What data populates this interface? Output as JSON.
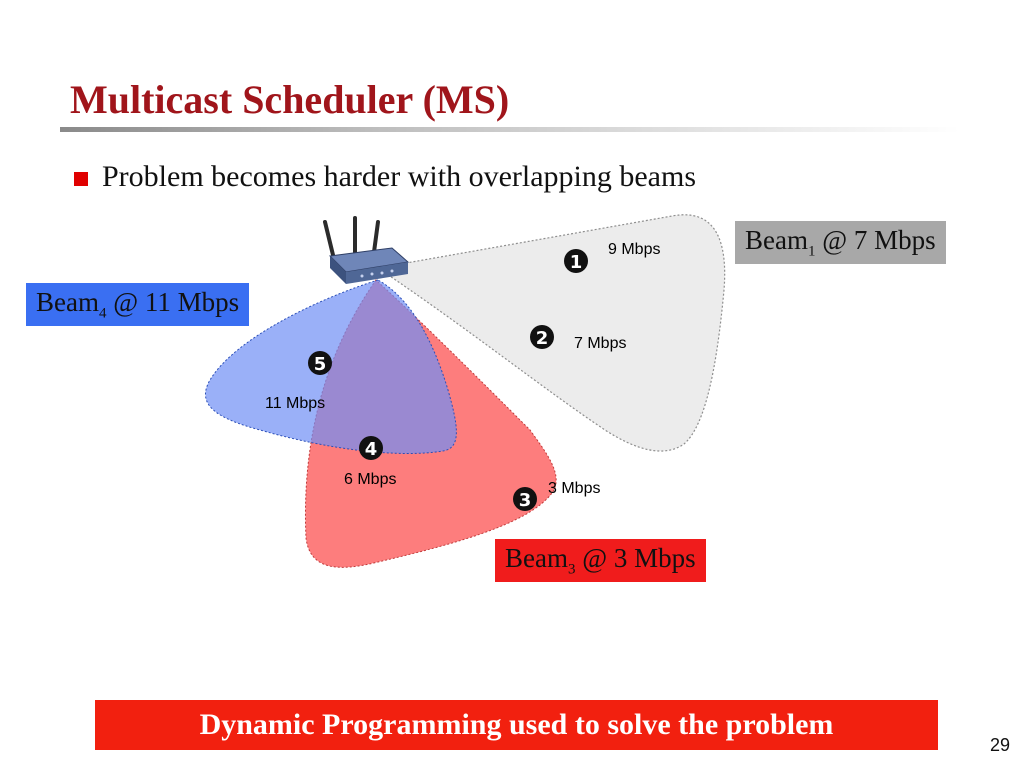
{
  "slide": {
    "title": "Multicast Scheduler (MS)",
    "bullet": "Problem becomes harder with overlapping beams",
    "footer": "Dynamic Programming used to solve the problem",
    "page_number": "29"
  },
  "beams": [
    {
      "id": "beam1",
      "prefix": "Beam",
      "sub": "1",
      "suffix": " @ 7 Mbps",
      "color": "#a8a8a8"
    },
    {
      "id": "beam4",
      "prefix": "Beam",
      "sub": "4",
      "suffix": " @ 11 Mbps",
      "color": "#3a6ff2"
    },
    {
      "id": "beam3",
      "prefix": "Beam",
      "sub": "3",
      "suffix": " @ 3 Mbps",
      "color": "#f01c1c"
    }
  ],
  "clients": [
    {
      "num": "1",
      "rate": "9 Mbps"
    },
    {
      "num": "2",
      "rate": "7 Mbps"
    },
    {
      "num": "3",
      "rate": "3 Mbps"
    },
    {
      "num": "4",
      "rate": "6 Mbps"
    },
    {
      "num": "5",
      "rate": "11 Mbps"
    }
  ],
  "icons": {
    "access_point": "wireless-router-icon",
    "bullet": "square-bullet-icon"
  },
  "colors": {
    "title": "#a0151b",
    "bullet": "#e00000",
    "footer_bg": "#f2200f",
    "beam_gray": "#ebebeb",
    "beam_blue": "#7f9df7",
    "beam_red": "#fd7272"
  }
}
